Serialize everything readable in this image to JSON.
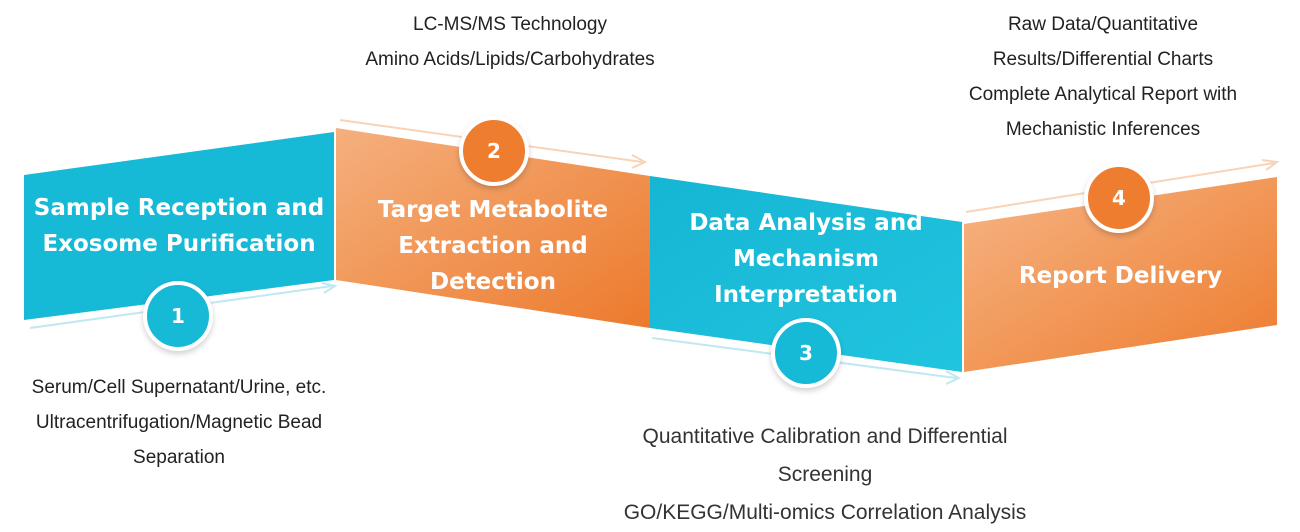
{
  "steps": [
    {
      "number": "1",
      "title": "Sample Reception and\nExosome Purification",
      "details": [
        "Serum/Cell Supernatant/Urine, etc.",
        "Ultracentrifugation/Magnetic Bead",
        "Separation"
      ]
    },
    {
      "number": "2",
      "title": "Target Metabolite\nExtraction and\nDetection",
      "details": [
        "LC-MS/MS Technology",
        "Amino Acids/Lipids/Carbohydrates"
      ]
    },
    {
      "number": "3",
      "title": "Data Analysis and\nMechanism\nInterpretation",
      "details": [
        "Quantitative Calibration and Differential",
        "Screening",
        "GO/KEGG/Multi-omics Correlation Analysis"
      ]
    },
    {
      "number": "4",
      "title": "Report Delivery",
      "details": [
        "Raw Data/Quantitative",
        "Results/Differential Charts",
        "Complete Analytical Report with",
        "Mechanistic Inferences"
      ]
    }
  ],
  "colors": {
    "cyan": "#16b9d6",
    "orange": "#ee7d30",
    "orange_light": "#f4a46e"
  }
}
